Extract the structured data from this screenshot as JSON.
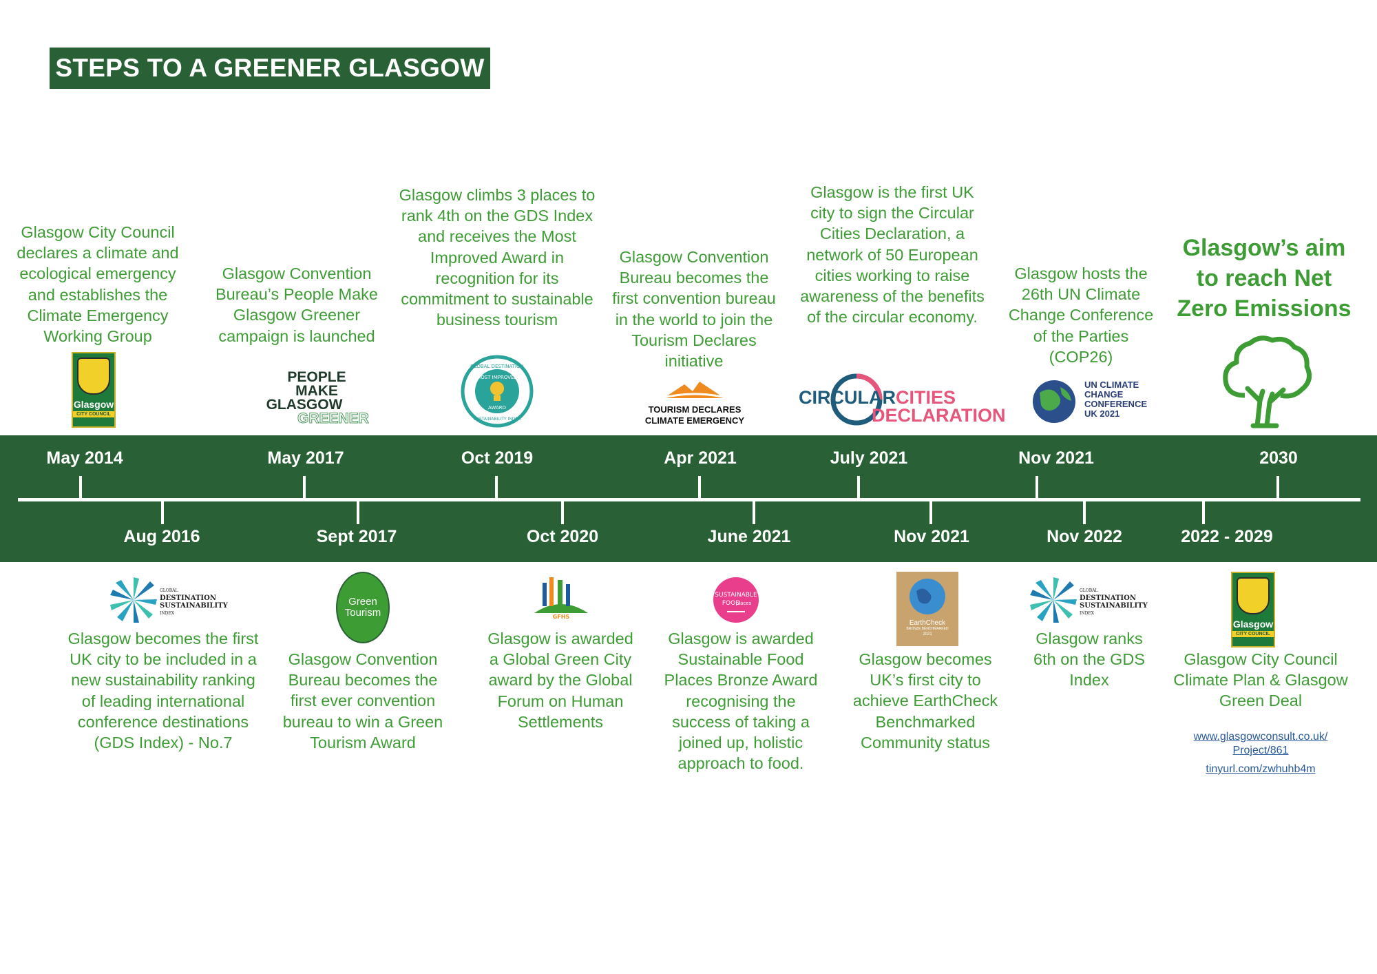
{
  "title": "STEPS TO A GREENER GLASGOW",
  "colors": {
    "band": "#2a6035",
    "text_green": "#3e9c35",
    "white": "#ffffff"
  },
  "dates_top": [
    "May 2014",
    "May 2017",
    "Oct 2019",
    "Apr 2021",
    "July 2021",
    "Nov 2021",
    "2030"
  ],
  "dates_bottom": [
    "Aug 2016",
    "Sept 2017",
    "Oct 2020",
    "June 2021",
    "Nov 2021",
    "Nov 2022",
    "2022 - 2029"
  ],
  "events_top": [
    "Glasgow City Council declares a climate and ecological emergency and establishes the Climate Emergency Working Group",
    "Glasgow Convention Bureau’s People Make Glasgow Greener campaign is launched",
    "Glasgow climbs 3 places to rank 4th on the GDS Index and receives the Most Improved Award in recognition for its commitment to sustainable business tourism",
    "Glasgow Convention Bureau becomes the first convention bureau in the world to join the Tourism Declares initiative",
    "Glasgow is the first UK city to sign the Circular Cities Declaration, a network of 50 European cities working to raise awareness of the benefits of the circular economy.",
    "Glasgow hosts the 26th UN Climate Change Conference of the Parties (COP26)",
    "Glasgow’s aim to reach Net Zero Emissions"
  ],
  "events_bottom": [
    "Glasgow becomes the first UK city to be included in a new sustainability ranking of leading international conference destinations (GDS Index) - No.7",
    "Glasgow Convention Bureau becomes the first ever convention bureau to win a Green Tourism Award",
    "Glasgow is awarded a Global Green City award by the Global Forum on Human Settlements",
    "Glasgow is awarded Sustainable Food Places Bronze Award recognising the success of taking a joined up, holistic approach to food.",
    "Glasgow becomes UK’s first city to achieve EarthCheck Benchmarked Community status",
    "Glasgow ranks 6th on the GDS Index",
    "Glasgow City Council Climate Plan & Glasgow Green Deal"
  ],
  "links": [
    "www.glasgowconsult.co.uk/ Project/861",
    "tinyurl.com/zwhuhb4m"
  ],
  "logos": {
    "gcc": {
      "name": "Glasgow",
      "sub": "CITY COUNCIL"
    },
    "pmg": [
      "PEOPLE",
      "MAKE",
      "GLASGOW",
      "GREENER"
    ],
    "gds_award": {
      "top": "GLOBAL DESTINATION",
      "mid1": "MOST IMPROVED",
      "mid2": "AWARD",
      "bottom": "SUSTAINABILITY INDEX"
    },
    "tourism": [
      "TOURISM DECLARES",
      "CLIMATE EMERGENCY"
    ],
    "circular": [
      "CIRCULAR",
      "CITIES",
      "DECLARATION"
    ],
    "cop26": [
      "UN CLIMATE",
      "CHANGE",
      "CONFERENCE",
      "UK 2021"
    ],
    "gds_index": [
      "GLOBAL",
      "DESTINATION",
      "SUSTAINABILITY",
      "INDEX"
    ],
    "green_tourism": [
      "Green",
      "Tourism"
    ],
    "gfhs": "GFHS",
    "sfp": [
      "SUSTAINABLE",
      "FOOD",
      "places"
    ],
    "earthcheck": [
      "EarthCheck",
      "BRONZE BENCHMARKED",
      "2021"
    ]
  }
}
